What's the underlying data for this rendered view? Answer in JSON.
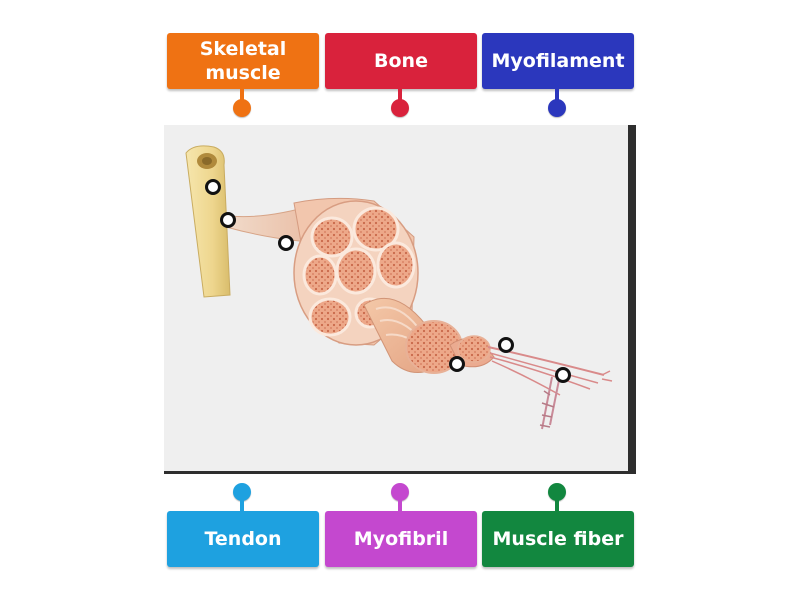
{
  "labels": {
    "top": [
      {
        "lines": [
          "Skeletal",
          "muscle"
        ],
        "color": "#ef7213"
      },
      {
        "lines": [
          "Bone"
        ],
        "color": "#d9223c"
      },
      {
        "lines": [
          "Myofilament"
        ],
        "color": "#2b37bd"
      }
    ],
    "bottom": [
      {
        "lines": [
          "Tendon"
        ],
        "color": "#1ea1e0"
      },
      {
        "lines": [
          "Myofibril"
        ],
        "color": "#c448cf"
      },
      {
        "lines": [
          "Muscle fiber"
        ],
        "color": "#12873f"
      }
    ]
  },
  "colors": {
    "bone": "#f0dc9c",
    "muscle": "#ecaa8c",
    "fascicle": "#e59e80",
    "background": "#efefef"
  }
}
